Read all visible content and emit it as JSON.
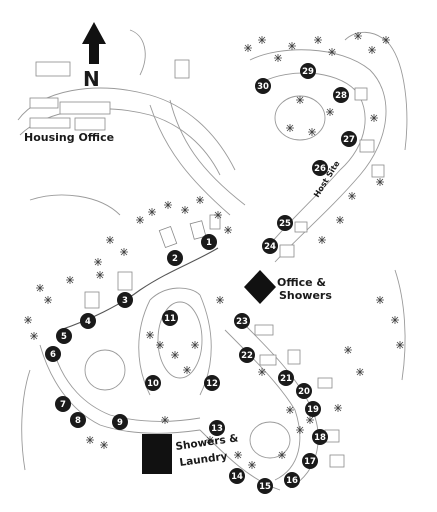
{
  "map": {
    "north_label": "N",
    "labels": {
      "housing_office": "Housing Office",
      "office_showers_line1": "Office &",
      "office_showers_line2": "Showers",
      "showers_laundry_line1": "Showers &",
      "showers_laundry_line2": "Laundry",
      "host_site": "Host Site"
    },
    "icons": {
      "north": "north-arrow-icon",
      "office": "diamond-building-icon",
      "laundry": "square-building-icon",
      "trees": "tree-icon"
    },
    "sites": [
      "1",
      "2",
      "3",
      "4",
      "5",
      "6",
      "7",
      "8",
      "9",
      "10",
      "11",
      "12",
      "13",
      "14",
      "15",
      "16",
      "17",
      "18",
      "19",
      "20",
      "21",
      "22",
      "23",
      "24",
      "25",
      "26",
      "27",
      "28",
      "29",
      "30"
    ],
    "colors": {
      "marker": "#1a1a1a",
      "marker_text": "#ffffff",
      "road": "#9a9a9a",
      "background": "#ffffff"
    }
  }
}
